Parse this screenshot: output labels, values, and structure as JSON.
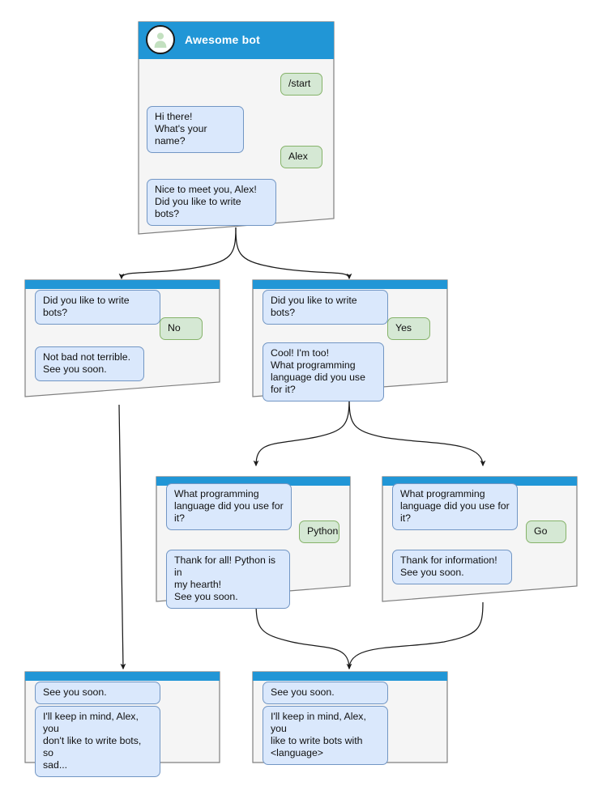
{
  "theme": {
    "header_blue": "#2196d6",
    "node_body": "#f5f5f5",
    "node_border": "#7f7f7f",
    "bot_bubble_fill": "#dae8fc",
    "bot_bubble_stroke": "#7296c4",
    "user_bubble_fill": "#d5e8d4",
    "user_bubble_stroke": "#86b36a",
    "edge_stroke": "#1a1a1a",
    "canvas": "#ffffff"
  },
  "root": {
    "bot_name": "Awesome bot",
    "avatar_icon": "person-avatar-icon",
    "messages": [
      {
        "role": "user",
        "text": "/start"
      },
      {
        "role": "bot",
        "text": "Hi there!\nWhat's your name?"
      },
      {
        "role": "user",
        "text": "Alex"
      },
      {
        "role": "bot",
        "text": "Nice to meet you, Alex!\nDid you like to write bots?"
      }
    ]
  },
  "nodes": [
    {
      "id": "no-branch",
      "messages": [
        {
          "role": "bot",
          "text": "Did you like to write bots?"
        },
        {
          "role": "user",
          "text": "No"
        },
        {
          "role": "bot",
          "text": "Not bad not terrible.\nSee you soon."
        }
      ]
    },
    {
      "id": "yes-branch",
      "messages": [
        {
          "role": "bot",
          "text": "Did you like to write bots?"
        },
        {
          "role": "user",
          "text": "Yes"
        },
        {
          "role": "bot",
          "text": "Cool! I'm too!\nWhat programming\nlanguage did you use for it?"
        }
      ]
    },
    {
      "id": "python-branch",
      "messages": [
        {
          "role": "bot",
          "text": "What programming\nlanguage did you use for it?"
        },
        {
          "role": "user",
          "text": "Python"
        },
        {
          "role": "bot",
          "text": "Thank for all! Python is in\nmy hearth!\nSee you soon."
        }
      ]
    },
    {
      "id": "go-branch",
      "messages": [
        {
          "role": "bot",
          "text": "What programming\nlanguage did you use for it?"
        },
        {
          "role": "user",
          "text": "Go"
        },
        {
          "role": "bot",
          "text": "Thank for information!\nSee you soon."
        }
      ]
    },
    {
      "id": "end-sad",
      "messages": [
        {
          "role": "bot",
          "text": "See you soon."
        },
        {
          "role": "bot",
          "text": "I'll keep in mind, Alex, you\ndon't like to write bots, so\nsad..."
        }
      ]
    },
    {
      "id": "end-happy",
      "messages": [
        {
          "role": "bot",
          "text": "See you soon."
        },
        {
          "role": "bot",
          "text": "I'll keep in mind, Alex, you\nlike to write bots with\n<language>"
        }
      ]
    }
  ]
}
